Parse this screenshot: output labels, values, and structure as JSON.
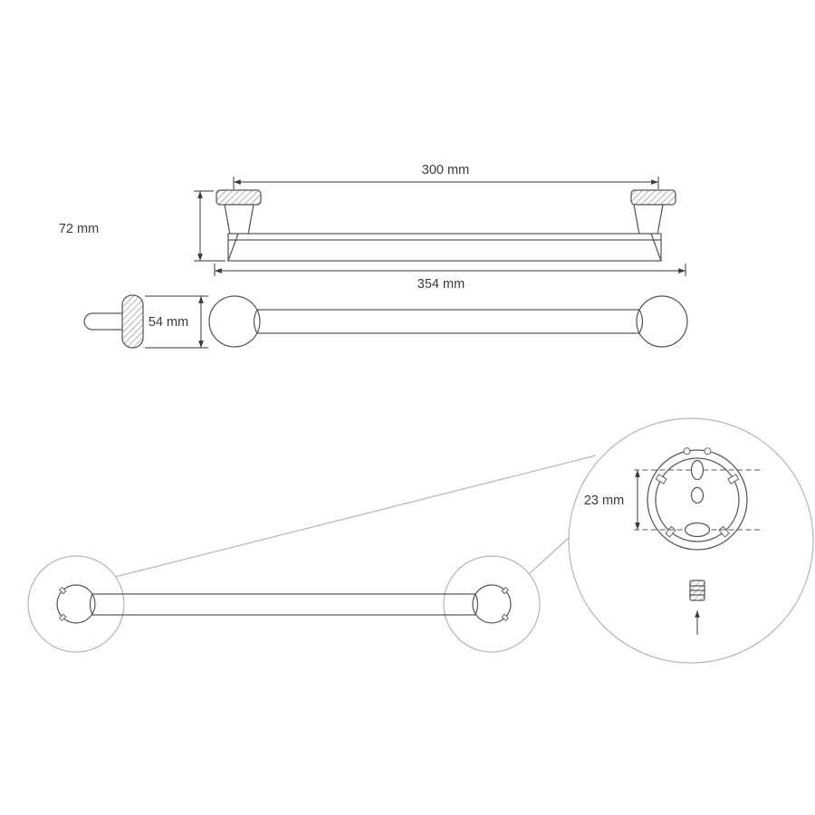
{
  "dimensions": {
    "top_span": "300 mm",
    "mount_height": "72 mm",
    "overall_length": "354 mm",
    "rosette_diameter": "54 mm",
    "detail_span": "23 mm"
  },
  "colors": {
    "part_line": "#56575b",
    "dimension_line": "#3a3a3e",
    "light_line": "#b4b4b7",
    "hatch": "#909094",
    "background": "#ffffff"
  }
}
